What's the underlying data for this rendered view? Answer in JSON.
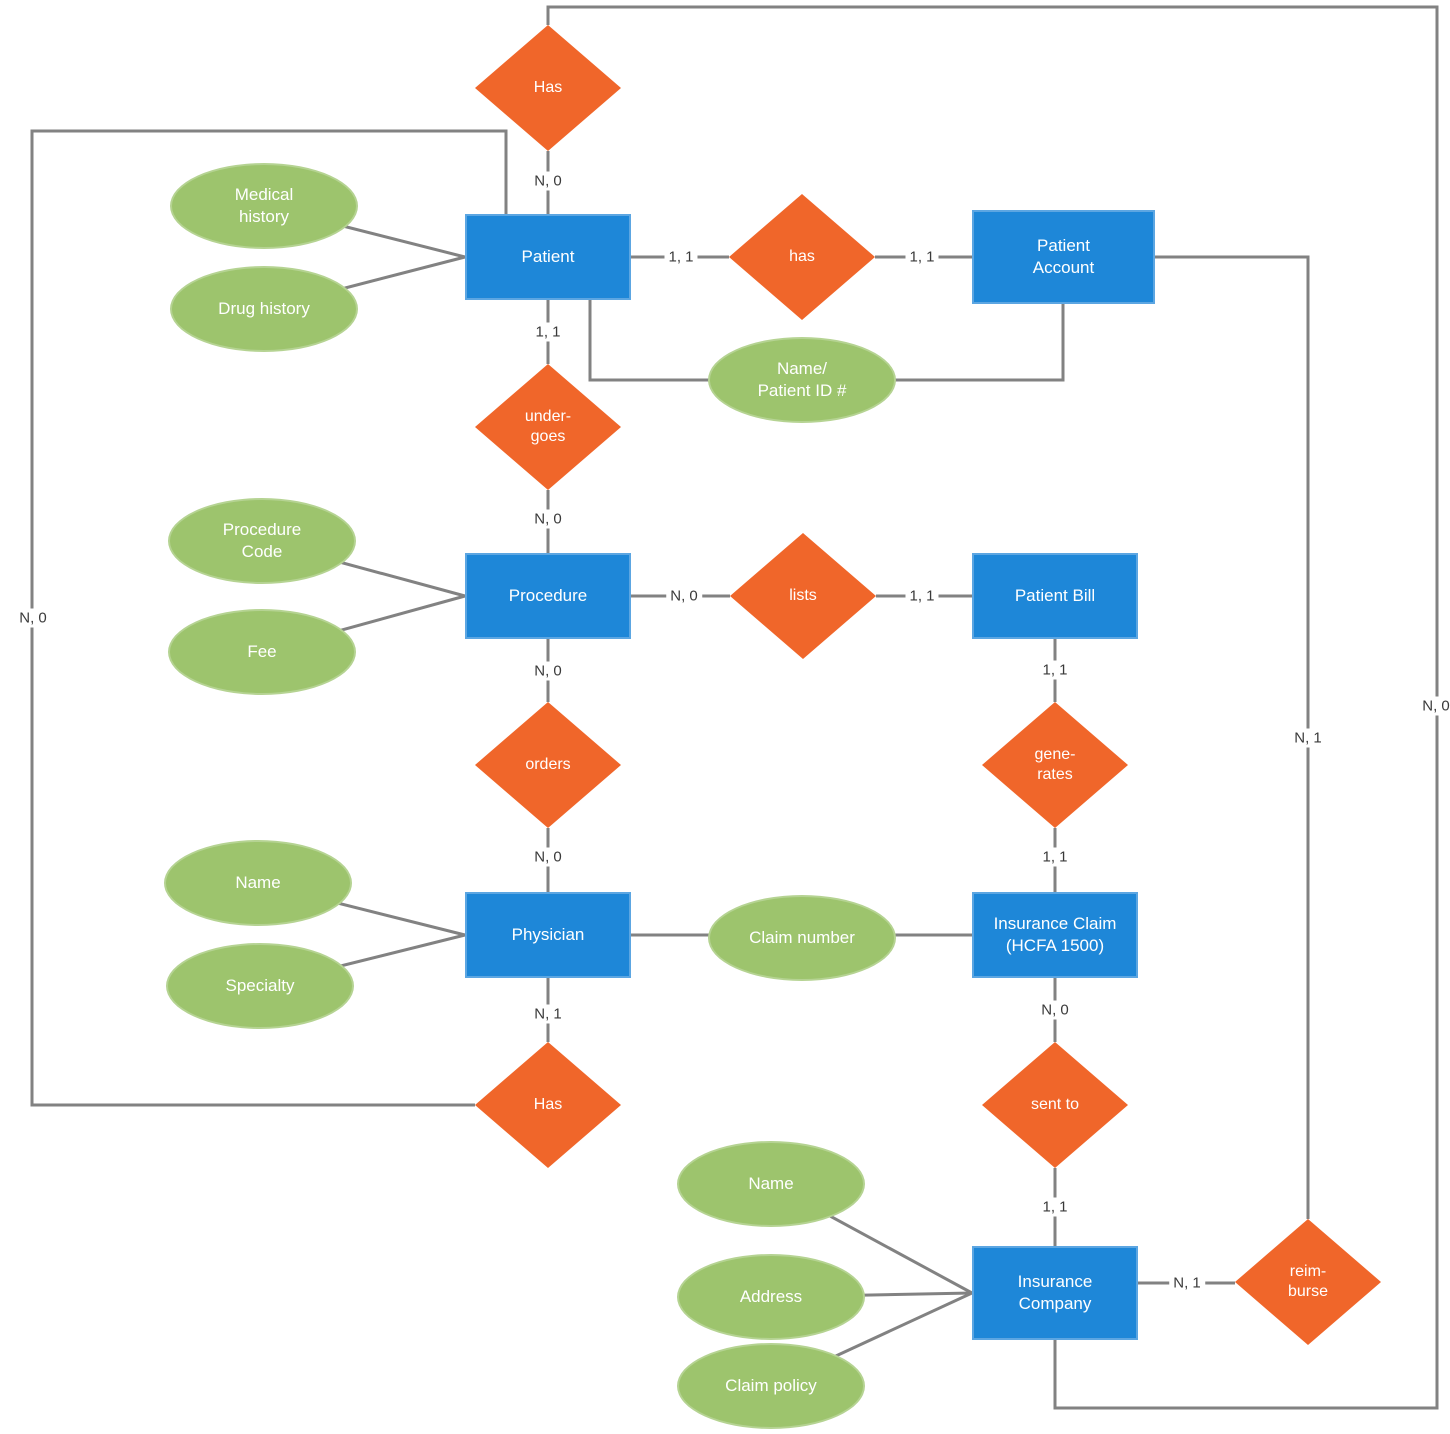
{
  "diagram": {
    "type": "entity-relationship-diagram",
    "colors": {
      "entity_fill": "#1e87d8",
      "relationship_fill": "#f0662a",
      "attribute_fill": "#9dc46d",
      "connector_line": "#828282",
      "cardinality_text": "#3a3a3a",
      "node_text": "#ffffff",
      "background": "#ffffff"
    },
    "entities": {
      "patient": {
        "label": "Patient"
      },
      "patient_account": {
        "label": "Patient\nAccount"
      },
      "procedure": {
        "label": "Procedure"
      },
      "patient_bill": {
        "label": "Patient Bill"
      },
      "physician": {
        "label": "Physician"
      },
      "insurance_claim": {
        "label": "Insurance Claim\n(HCFA 1500)"
      },
      "insurance_company": {
        "label": "Insurance\nCompany"
      }
    },
    "relationships": {
      "has_top": {
        "label": "Has"
      },
      "has": {
        "label": "has"
      },
      "undergoes": {
        "label": "under-\ngoes"
      },
      "lists": {
        "label": "lists"
      },
      "orders": {
        "label": "orders"
      },
      "generates": {
        "label": "gene-\nrates"
      },
      "has_bottom": {
        "label": "Has"
      },
      "sent_to": {
        "label": "sent to"
      },
      "reimburse": {
        "label": "reim-\nburse"
      }
    },
    "attributes": {
      "medical_history": {
        "label": "Medical\nhistory"
      },
      "drug_history": {
        "label": "Drug history"
      },
      "name_patient_id": {
        "label": "Name/\nPatient ID #"
      },
      "procedure_code": {
        "label": "Procedure\nCode"
      },
      "fee": {
        "label": "Fee"
      },
      "physician_name": {
        "label": "Name"
      },
      "specialty": {
        "label": "Specialty"
      },
      "claim_number": {
        "label": "Claim number"
      },
      "company_name": {
        "label": "Name"
      },
      "address": {
        "label": "Address"
      },
      "claim_policy": {
        "label": "Claim policy"
      }
    },
    "cardinality_labels": {
      "has_top_patient": "N, 0",
      "patient_has": "1, 1",
      "has_patient_account": "1, 1",
      "patient_undergoes": "1, 1",
      "undergoes_procedure": "N, 0",
      "procedure_lists": "N, 0",
      "lists_patient_bill": "1, 1",
      "patient_bill_generates": "1, 1",
      "generates_insurance_claim": "1, 1",
      "procedure_orders": "N, 0",
      "orders_physician": "N, 0",
      "physician_has_bottom": "N, 1",
      "has_bottom_patient": "N, 0",
      "insurance_claim_sent_to": "N, 0",
      "sent_to_insurance_company": "1, 1",
      "insurance_company_reimburse": "N, 1",
      "reimburse_patient_account": "N, 1",
      "has_top_insurance_company": "N, 0"
    },
    "connections": [
      {
        "from": "Patient",
        "relationship": "Has",
        "to": "Insurance Company",
        "from_cardinality": "N, 0",
        "to_cardinality": "N, 0"
      },
      {
        "from": "Patient",
        "relationship": "has",
        "to": "Patient Account",
        "from_cardinality": "1, 1",
        "to_cardinality": "1, 1"
      },
      {
        "from": "Patient",
        "relationship": "under-goes",
        "to": "Procedure",
        "from_cardinality": "1, 1",
        "to_cardinality": "N, 0"
      },
      {
        "from": "Procedure",
        "relationship": "lists",
        "to": "Patient Bill",
        "from_cardinality": "N, 0",
        "to_cardinality": "1, 1"
      },
      {
        "from": "Procedure",
        "relationship": "orders",
        "to": "Physician",
        "from_cardinality": "N, 0",
        "to_cardinality": "N, 0"
      },
      {
        "from": "Patient Bill",
        "relationship": "gene-rates",
        "to": "Insurance Claim (HCFA 1500)",
        "from_cardinality": "1, 1",
        "to_cardinality": "1, 1"
      },
      {
        "from": "Physician",
        "relationship": "Has",
        "to": "Patient",
        "from_cardinality": "N, 1",
        "to_cardinality": "N, 0"
      },
      {
        "from": "Insurance Claim (HCFA 1500)",
        "relationship": "sent to",
        "to": "Insurance Company",
        "from_cardinality": "N, 0",
        "to_cardinality": "1, 1"
      },
      {
        "from": "Insurance Company",
        "relationship": "reim-burse",
        "to": "Patient Account",
        "from_cardinality": "N, 1",
        "to_cardinality": "N, 1"
      },
      {
        "attribute_of": "Patient",
        "attributes": [
          "Medical history",
          "Drug history"
        ]
      },
      {
        "attribute_of": "Patient / Patient Account",
        "attributes": [
          "Name/ Patient ID #"
        ]
      },
      {
        "attribute_of": "Procedure",
        "attributes": [
          "Procedure Code",
          "Fee"
        ]
      },
      {
        "attribute_of": "Physician",
        "attributes": [
          "Name",
          "Specialty"
        ]
      },
      {
        "attribute_of": "Insurance Claim (HCFA 1500)",
        "attributes": [
          "Claim number"
        ]
      },
      {
        "attribute_of": "Insurance Company",
        "attributes": [
          "Name",
          "Address",
          "Claim policy"
        ]
      }
    ]
  }
}
